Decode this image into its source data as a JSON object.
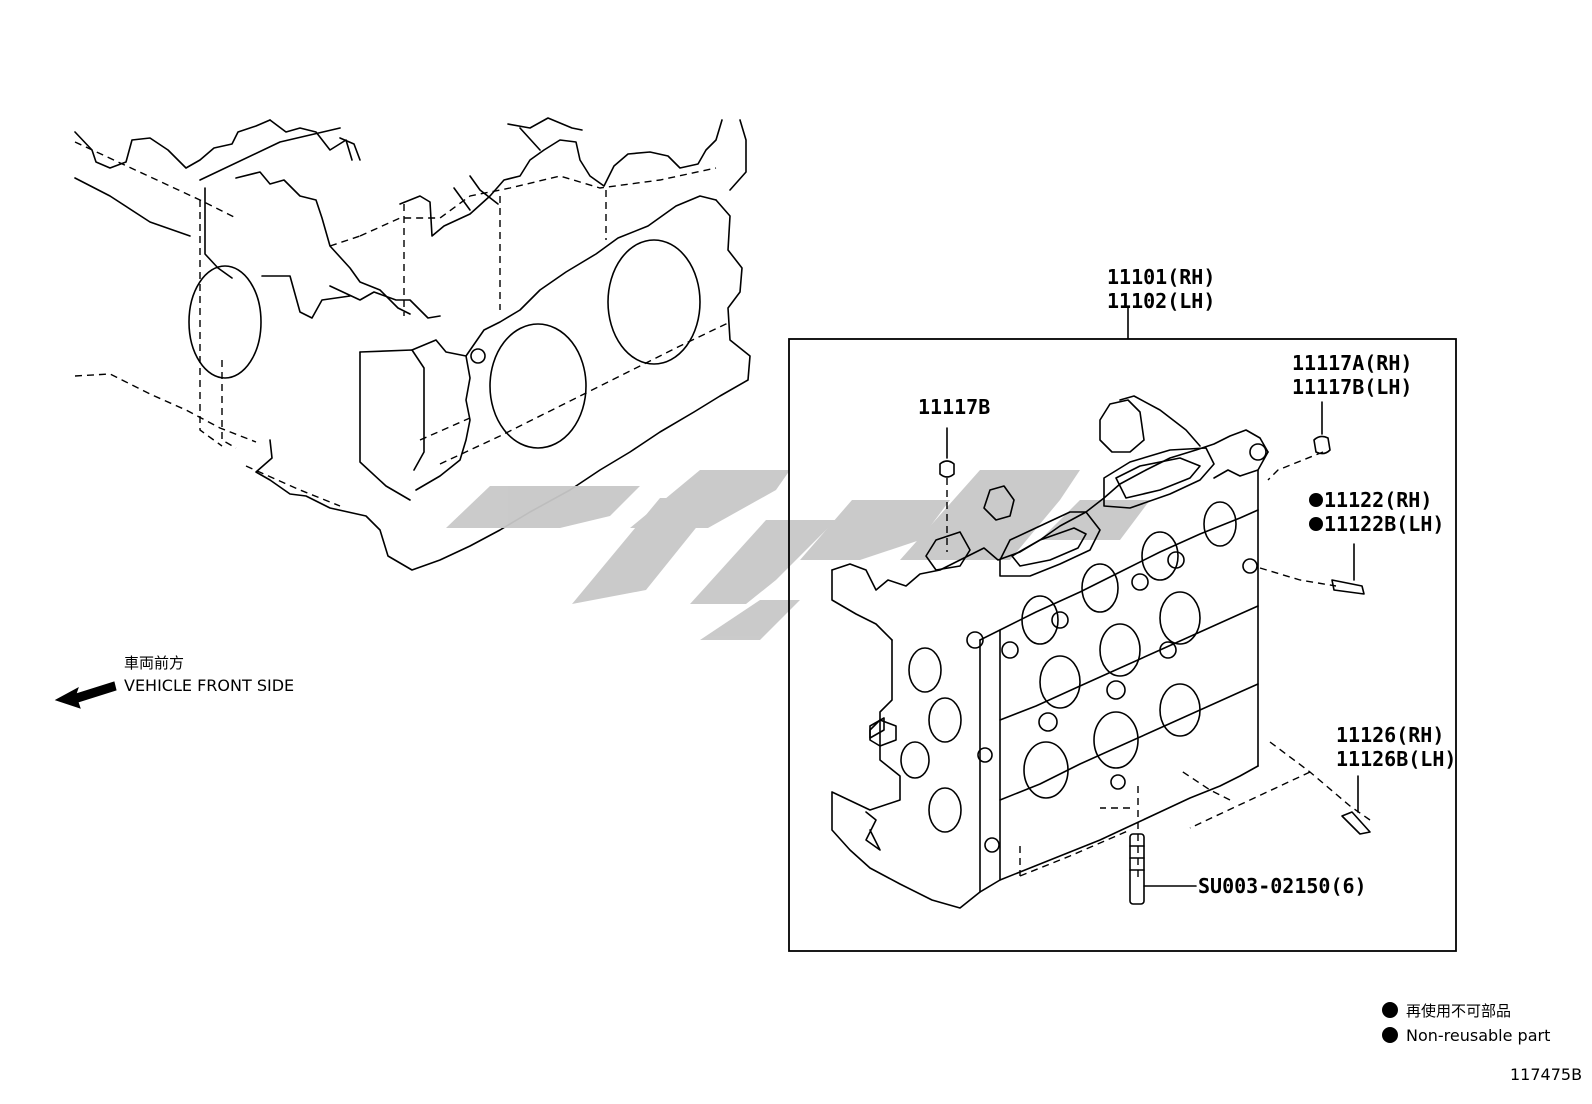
{
  "labels": {
    "head_rh": "11101(RH)",
    "head_lh": "11102(LH)",
    "plug_b": "11117B",
    "plug_a_rh": "11117A(RH)",
    "plug_b_lh": "11117B(LH)",
    "pin_rh": "11122(RH)",
    "pin_lh": "11122B(LH)",
    "dowel_rh": "11126(RH)",
    "dowel_lh": "11126B(LH)",
    "stud": "SU003-02150(6)"
  },
  "direction": {
    "jp": "車両前方",
    "en": "VEHICLE FRONT SIDE"
  },
  "legend": {
    "jp": "再使用不可部品",
    "en": "Non-reusable part"
  },
  "diagram_id": "117475B",
  "colors": {
    "ink": "#000000",
    "watermark": "#c8c8c8"
  },
  "icons": {
    "direction_arrow": "arrow-left-icon",
    "non_reusable": "filled-circle-icon"
  }
}
